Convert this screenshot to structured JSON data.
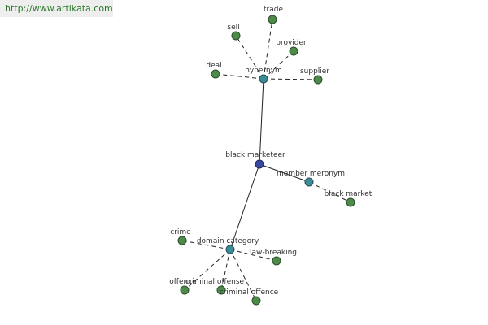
{
  "watermark": "http://www.artikata.com",
  "graph": {
    "center": "black marketeer",
    "groups": [
      {
        "hub": "hypernym",
        "leaves": [
          "sell",
          "trade",
          "provider",
          "deal",
          "supplier"
        ]
      },
      {
        "hub": "member meronym",
        "leaves": [
          "black market"
        ]
      },
      {
        "hub": "domain category",
        "leaves": [
          "crime",
          "law-breaking",
          "offence",
          "criminal offense",
          "criminal offence"
        ]
      }
    ]
  },
  "colors": {
    "center": "#3a48a0",
    "hub": "#3c8c96",
    "leaf": "#4e8a4a",
    "watermark_text": "#2a7a2a"
  }
}
